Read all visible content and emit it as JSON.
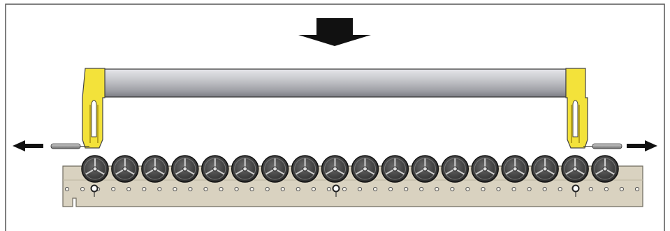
{
  "diagram": {
    "frame_color": "#555555",
    "direction_arrows": [
      "arrow-down",
      "arrow-left",
      "arrow-right"
    ],
    "colors": {
      "arrow": "#111111",
      "bracket": "#f3e23a",
      "bracket_shadow": "#b8a21a",
      "tube_light": "#e6e6ea",
      "tube_mid": "#b9bac0",
      "tube_dark": "#7c7d84",
      "rail": "#d9d2c0",
      "rail_edge": "#6e6a5e",
      "wheel": "#3f3f3f",
      "wheel_spoke": "#cfcfcf",
      "pin": "#444444"
    },
    "wheel_count": 18,
    "hole_count": 38
  }
}
